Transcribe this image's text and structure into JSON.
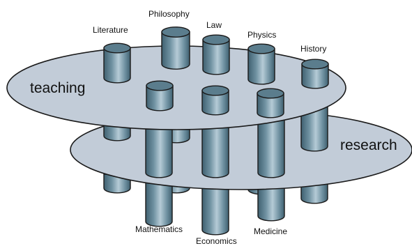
{
  "diagram": {
    "planes": {
      "teaching": "teaching",
      "research": "research"
    },
    "disciplines": {
      "literature": "Literature",
      "philosophy": "Philosophy",
      "law": "Law",
      "physics": "Physics",
      "history": "History",
      "mathematics": "Mathematics",
      "economics": "Economics",
      "medicine": "Medicine"
    },
    "colors": {
      "plane_fill": "#c2ccd8",
      "pillar_dark": "#3f6070",
      "pillar_mid": "#6f91a1",
      "pillar_light": "#b5cbd6",
      "pillar_top": "#5b7d8d",
      "outline": "#1a1a1a"
    }
  }
}
